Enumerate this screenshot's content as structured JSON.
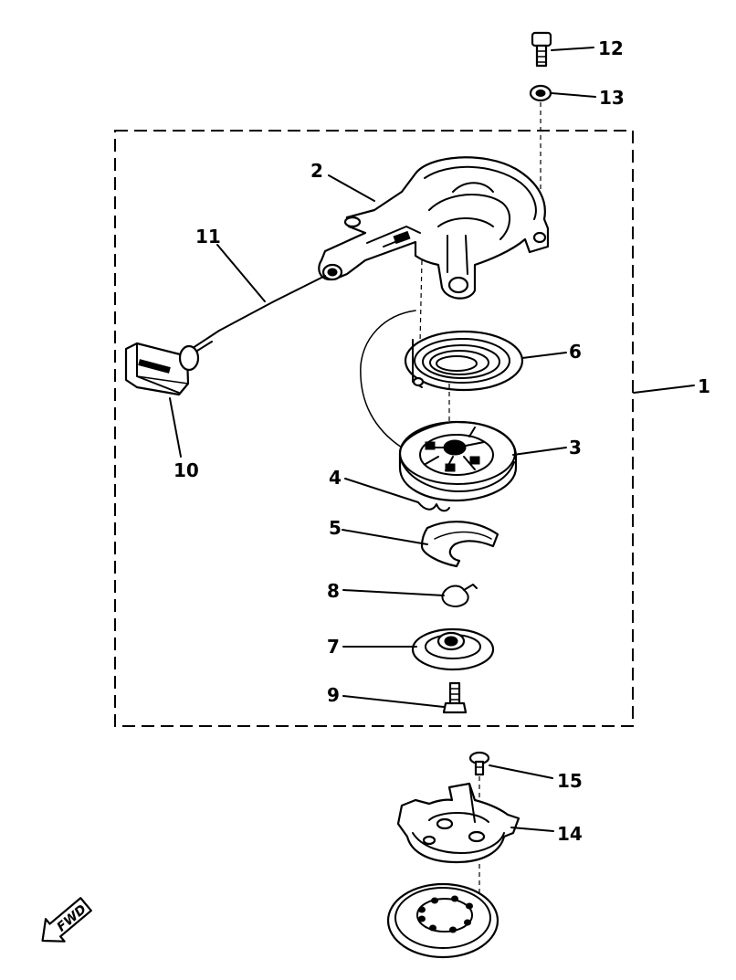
{
  "callouts": [
    {
      "id": "1",
      "label": "1"
    },
    {
      "id": "2",
      "label": "2"
    },
    {
      "id": "3",
      "label": "3"
    },
    {
      "id": "4",
      "label": "4"
    },
    {
      "id": "5",
      "label": "5"
    },
    {
      "id": "6",
      "label": "6"
    },
    {
      "id": "7",
      "label": "7"
    },
    {
      "id": "8",
      "label": "8"
    },
    {
      "id": "9",
      "label": "9"
    },
    {
      "id": "10",
      "label": "10"
    },
    {
      "id": "11",
      "label": "11"
    },
    {
      "id": "12",
      "label": "12"
    },
    {
      "id": "13",
      "label": "13"
    },
    {
      "id": "14",
      "label": "14"
    },
    {
      "id": "15",
      "label": "15"
    }
  ],
  "direction_arrow": {
    "label": "FWD",
    "icon": "forward-arrow-icon"
  }
}
